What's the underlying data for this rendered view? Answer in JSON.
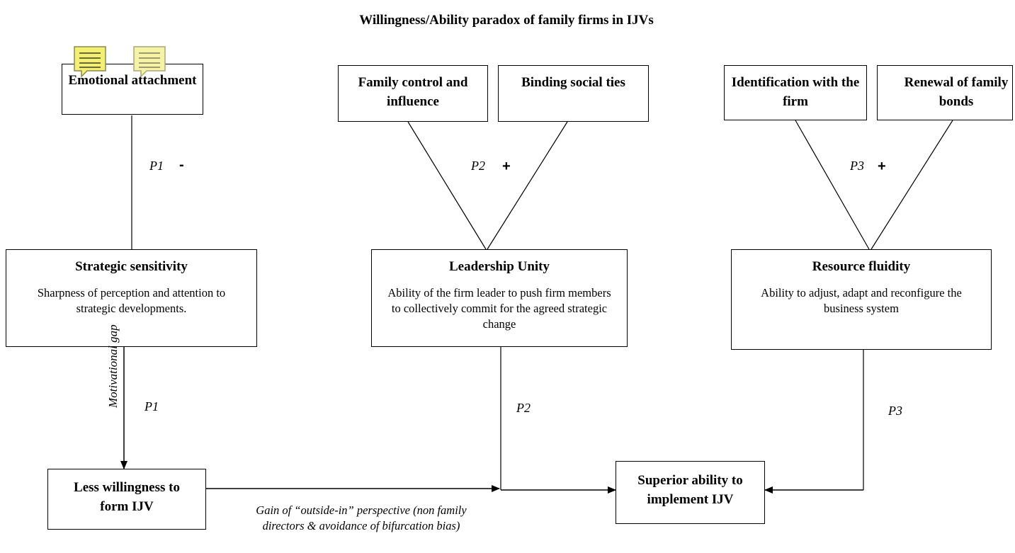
{
  "title": "Willingness/Ability paradox of family firms in IJVs",
  "boxes": {
    "emotional_attachment": "Emotional attachment",
    "family_control": "Family control and influence",
    "binding_social_ties": "Binding social ties",
    "identification": "Identification with the firm",
    "renewal": "Renewal of family bonds",
    "strategic_sensitivity": {
      "title": "Strategic sensitivity",
      "desc": "Sharpness of perception and attention to strategic developments."
    },
    "leadership_unity": {
      "title": "Leadership Unity",
      "desc": "Ability of the firm leader to push firm members to collectively commit for the agreed strategic change"
    },
    "resource_fluidity": {
      "title": "Resource fluidity",
      "desc": "Ability to adjust, adapt and reconfigure the business system"
    },
    "less_willingness": "Less willingness to form IJV",
    "superior_ability": "Superior ability to implement IJV"
  },
  "labels": {
    "p1_top": "P1",
    "p1_top_sign": "-",
    "p2_top": "P2",
    "p2_top_sign": "+",
    "p3_top": "P3",
    "p3_top_sign": "+",
    "p1_bottom": "P1",
    "p2_bottom": "P2",
    "p3_bottom": "P3",
    "motivational_gap": "Motivational gap",
    "gain_perspective": "Gain of “outside-in” perspective (non family directors & avoidance of bifurcation bias)"
  },
  "colors": {
    "note_fill": "#f3ef72",
    "note_fill_light": "#f7f3a6",
    "note_border": "#8a8a50",
    "line": "#000000"
  },
  "icons": [
    "comment-note-icon",
    "comment-note-icon"
  ]
}
